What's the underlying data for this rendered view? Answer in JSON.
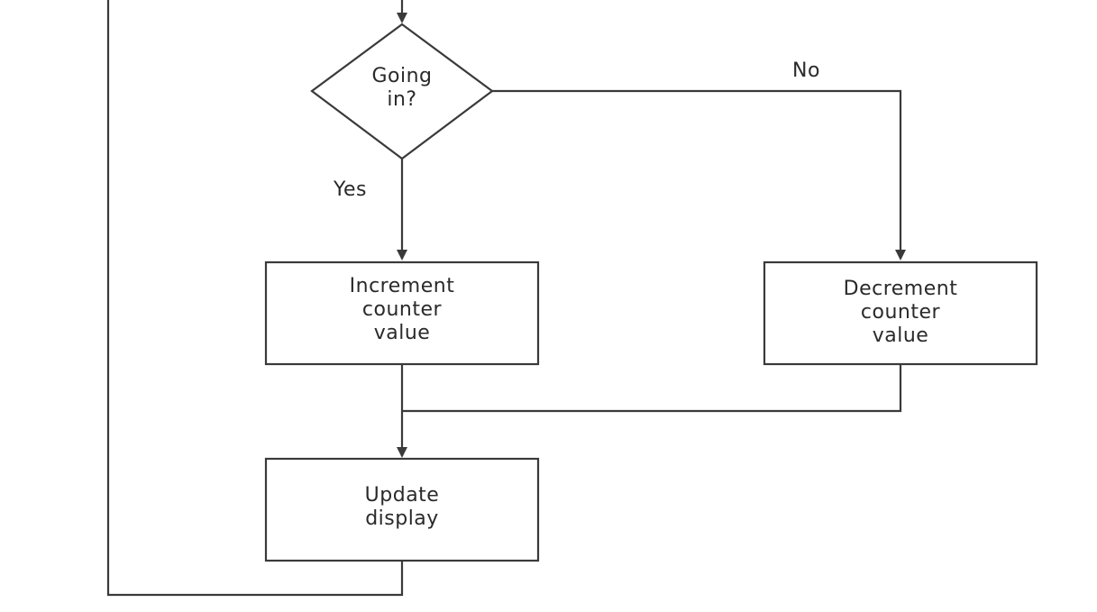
{
  "diagram": {
    "type": "flowchart",
    "nodes": {
      "decision": {
        "lines": [
          "Going",
          "in?"
        ]
      },
      "increment": {
        "lines": [
          "Increment",
          "counter",
          "value"
        ]
      },
      "decrement": {
        "lines": [
          "Decrement",
          "counter",
          "value"
        ]
      },
      "update": {
        "lines": [
          "Update",
          "display"
        ]
      }
    },
    "edges": {
      "yes_label": "Yes",
      "no_label": "No"
    },
    "colors": {
      "stroke": "#3a3a3a",
      "text": "#2a2a2a",
      "background": "#ffffff"
    }
  }
}
